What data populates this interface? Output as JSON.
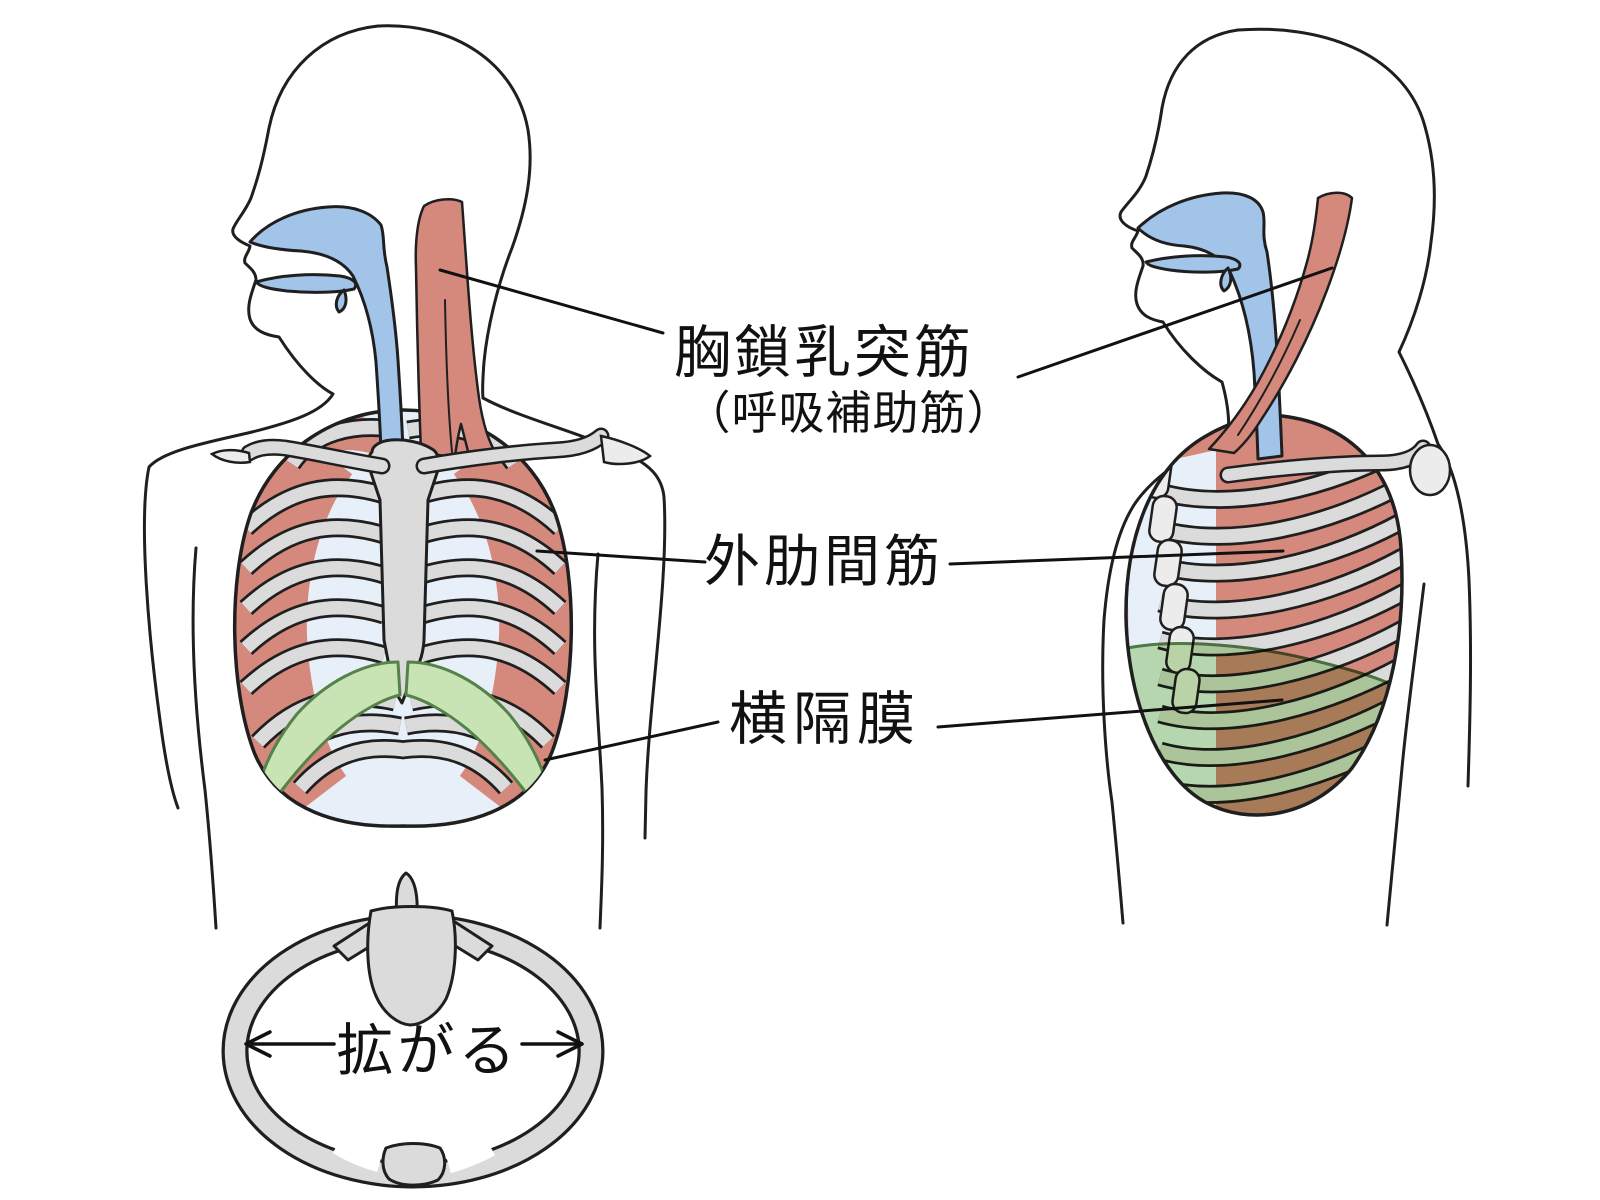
{
  "labels": {
    "scm": {
      "line1": "胸鎖乳突筋",
      "line2": "（呼吸補助筋）"
    },
    "intercostal": {
      "text": "外肋間筋"
    },
    "diaphragm": {
      "text": "横隔膜"
    },
    "expand": {
      "text": "拡がる"
    }
  },
  "colors": {
    "background": "#ffffff",
    "outline": "#1f1f1f",
    "muscle_red": "#d5897c",
    "bone_gray": "#dbdbdb",
    "bone_light": "#ececec",
    "lung_blue": "#e7f0f8",
    "airway_blue": "#a2c4e9",
    "diaphragm_green": "#c9e4b4",
    "diaphragm_edge": "#55824a",
    "label_text": "#111111"
  }
}
